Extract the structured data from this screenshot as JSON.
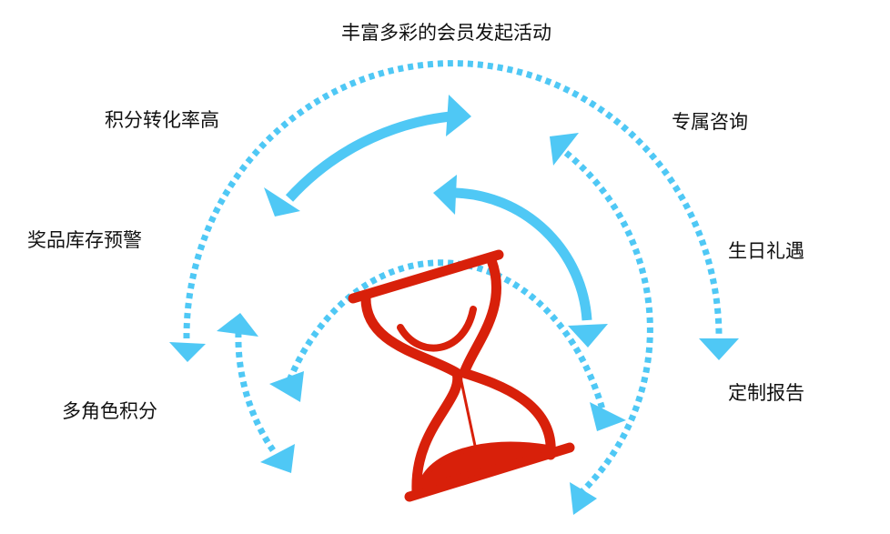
{
  "labels": {
    "top": "丰富多彩的会员发起活动",
    "points_conversion": "积分转化率高",
    "exclusive_consult": "专属咨询",
    "prize_stock_alert": "奖品库存预警",
    "birthday_perks": "生日礼遇",
    "multi_role_points": "多角色积分",
    "custom_report": "定制报告"
  },
  "colors": {
    "arrow": "#4fc8f5",
    "hourglass": "#d8200a"
  }
}
